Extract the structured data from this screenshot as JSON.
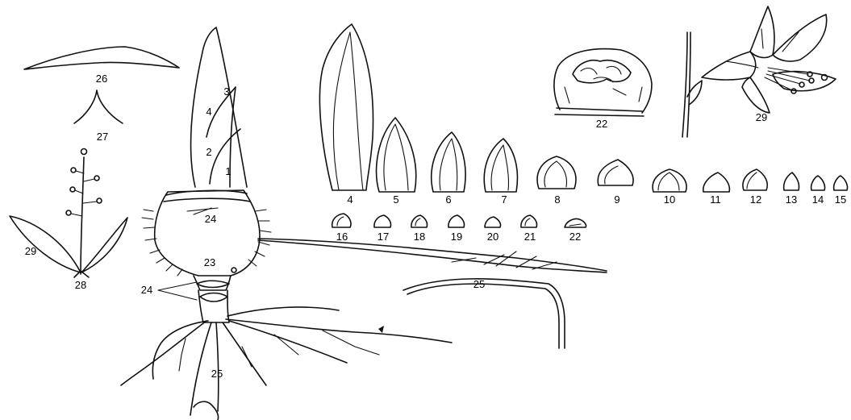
{
  "labels": {
    "part_1": "1",
    "part_2": "2",
    "part_3": "3",
    "part_4_inner": "4",
    "part_4": "4",
    "part_5": "5",
    "part_6": "6",
    "part_7": "7",
    "part_8": "8",
    "part_9": "9",
    "part_10": "10",
    "part_11": "11",
    "part_12": "12",
    "part_13": "13",
    "part_14": "14",
    "part_15": "15",
    "part_16": "16",
    "part_17": "17",
    "part_18": "18",
    "part_19": "19",
    "part_20": "20",
    "part_21": "21",
    "part_22_small": "22",
    "part_22_large": "22",
    "part_23": "23",
    "part_24_bulb": "24",
    "part_24_stem": "24",
    "part_25_root": "25",
    "part_25_roots": "25",
    "part_26": "26",
    "part_27": "27",
    "part_28": "28",
    "part_29_plant": "29",
    "part_29_flower": "29"
  }
}
